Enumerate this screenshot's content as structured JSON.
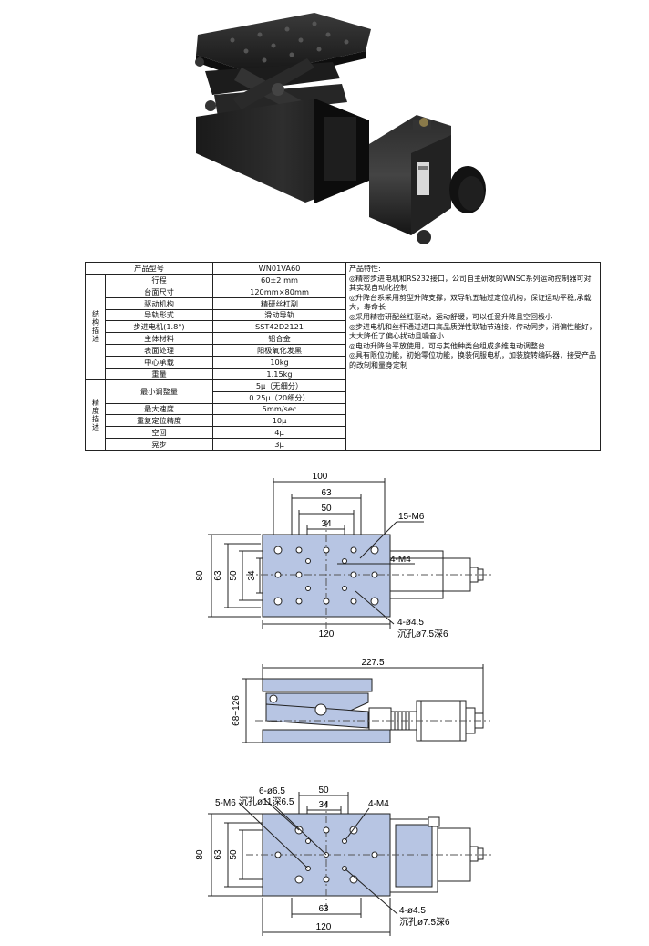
{
  "spec_table": {
    "model_label": "产品型号",
    "model_value": "WN01VA60",
    "feature_title": "产品特性:",
    "features": [
      "◎精密步进电机和RS232接口，公司自主研发的WNSC系列运动控制器可对其实现自动化控制",
      "◎升降台系采用剪型升降支撑，双导轨五轴过定位机构，保证运动平稳,承载大，寿命长",
      "◎采用精密研配丝杠驱动，运动舒缓，可以任意升降且空回极小",
      "◎步进电机和丝杆通过进口高品质弹性联轴节连接，传动同步，消偏性能好，大大降低了偏心扰动且噪音小",
      "◎电动升降台平放使用，可与其他种类台组成多维电动调整台",
      "◎具有限位功能，初始零位功能，换装伺服电机，加装旋转编码器，接受产品的改制和量身定制"
    ],
    "groups": [
      {
        "label": "结构描述",
        "rows": [
          {
            "label": "行程",
            "value": "60±2 mm"
          },
          {
            "label": "台面尺寸",
            "value": "120mm×80mm"
          },
          {
            "label": "驱动机构",
            "value": "精研丝杠副"
          },
          {
            "label": "导轨形式",
            "value": "滑动导轨"
          },
          {
            "label": "步进电机(1.8°)",
            "value": "SST42D2121"
          },
          {
            "label": "主体材料",
            "value": "铝合金"
          },
          {
            "label": "表面处理",
            "value": "阳极氧化发黑"
          },
          {
            "label": "中心承载",
            "value": "10kg"
          },
          {
            "label": "重量",
            "value": "1.15kg"
          }
        ]
      },
      {
        "label": "精度描述",
        "rows": [
          {
            "label": "最小调整量",
            "value": "5μ（无细分）",
            "value2": "0.25μ（20细分）"
          },
          {
            "label": "最大速度",
            "value": "5mm/sec"
          },
          {
            "label": "重复定位精度",
            "value": "10μ"
          },
          {
            "label": "空回",
            "value": "4μ"
          },
          {
            "label": "晃步",
            "value": "3μ"
          }
        ]
      }
    ]
  },
  "drawing_top": {
    "dims": {
      "w100": "100",
      "w63": "63",
      "w50": "50",
      "w34": "34",
      "w120": "120",
      "h80": "80",
      "h63": "63",
      "h50": "50",
      "h34": "34"
    },
    "callouts": {
      "m6": "15-M6",
      "m4": "4-M4",
      "hole": "4-ø4.5",
      "counterbore": "沉孔ø7.5深6"
    }
  },
  "drawing_side": {
    "dims": {
      "length": "227.5",
      "height": "68~126"
    }
  },
  "drawing_bottom": {
    "dims": {
      "w50": "50",
      "w34": "34",
      "w63": "63",
      "w120": "120",
      "h80": "80",
      "h63": "63",
      "h50": "50"
    },
    "callouts": {
      "m6": "5-M6",
      "holes65": "6-ø6.5",
      "counterbore11": "沉孔ø11深6.5",
      "m4": "4-M4",
      "hole": "4-ø4.5",
      "counterbore": "沉孔ø7.5深6"
    }
  },
  "colors": {
    "plate": "#b7c5e3",
    "line": "#222222"
  }
}
